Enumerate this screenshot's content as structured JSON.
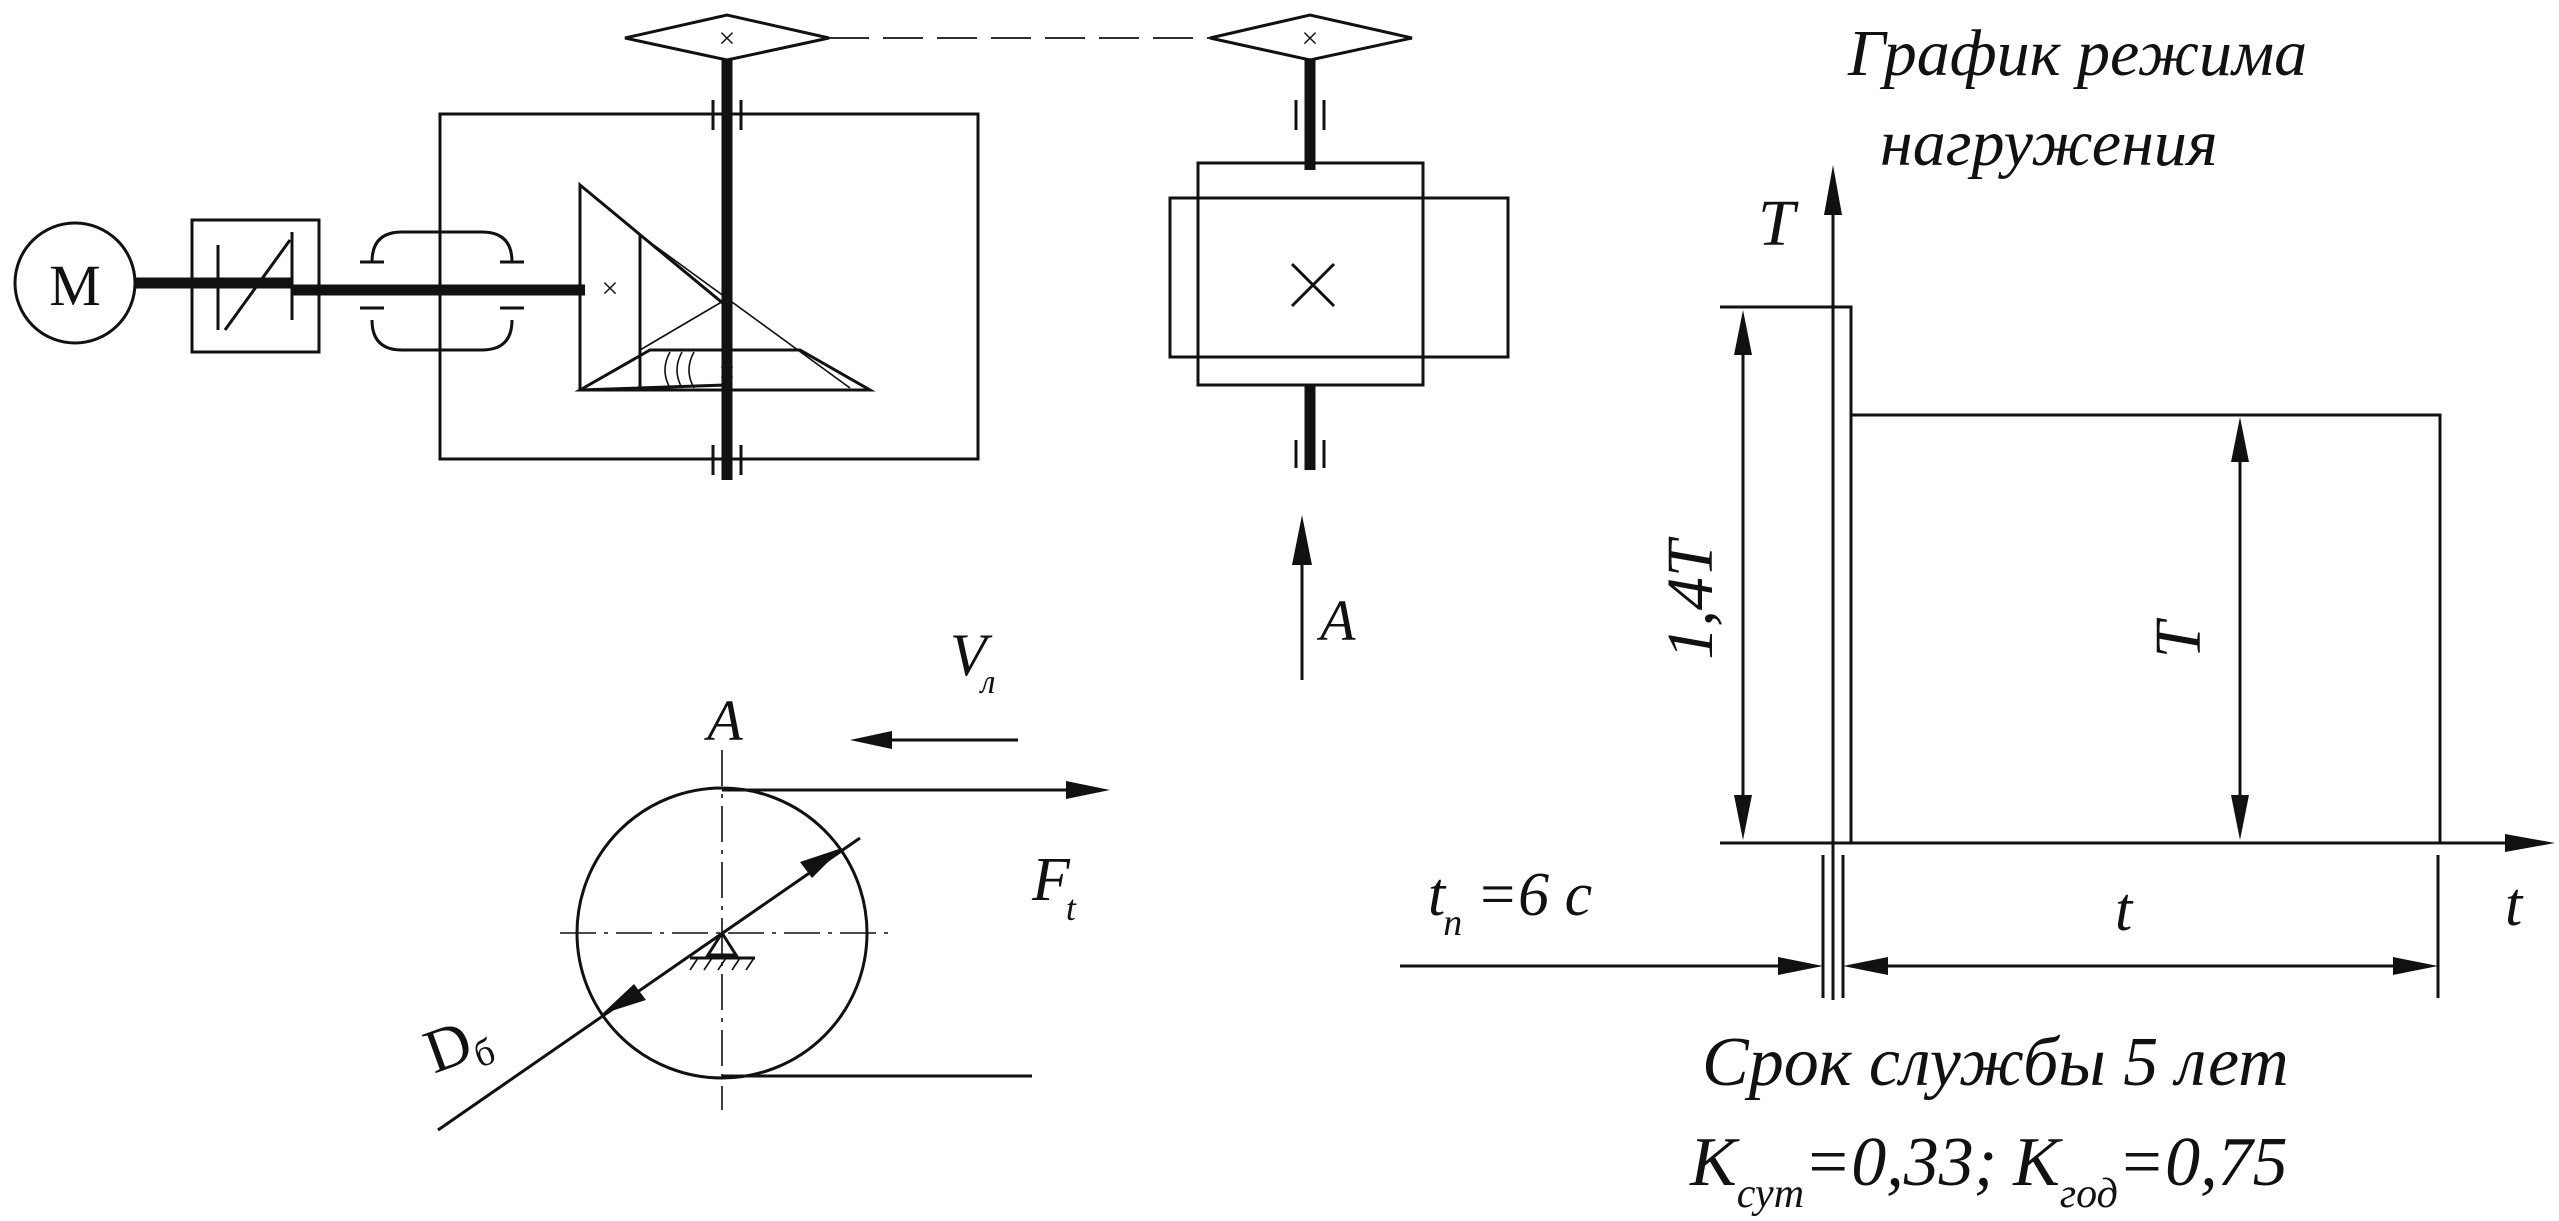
{
  "motor": {
    "label": "M"
  },
  "load_chart": {
    "title_line1": "График режима",
    "title_line2": "нагружения",
    "axis_y": "T",
    "axis_x": "t",
    "peak_label": "1,4T",
    "level_label": "T",
    "start_time_main": "t",
    "start_time_sub": "п",
    "start_time_value": "=6 с",
    "duration_label": "t"
  },
  "conveyor_drum": {
    "section_label": "A",
    "view_arrow_label": "A",
    "belt_speed_main": "V",
    "belt_speed_sub": "л",
    "force_main": "F",
    "force_sub": "t",
    "diameter_main": "D",
    "diameter_sub": "б"
  },
  "notes": {
    "service_life": "Срок службы 5 лет",
    "k1_main": "K",
    "k1_sub": "сут",
    "k1_value": "=0,33;",
    "k2_main": "K",
    "k2_sub": "год",
    "k2_value": "=0,75"
  }
}
